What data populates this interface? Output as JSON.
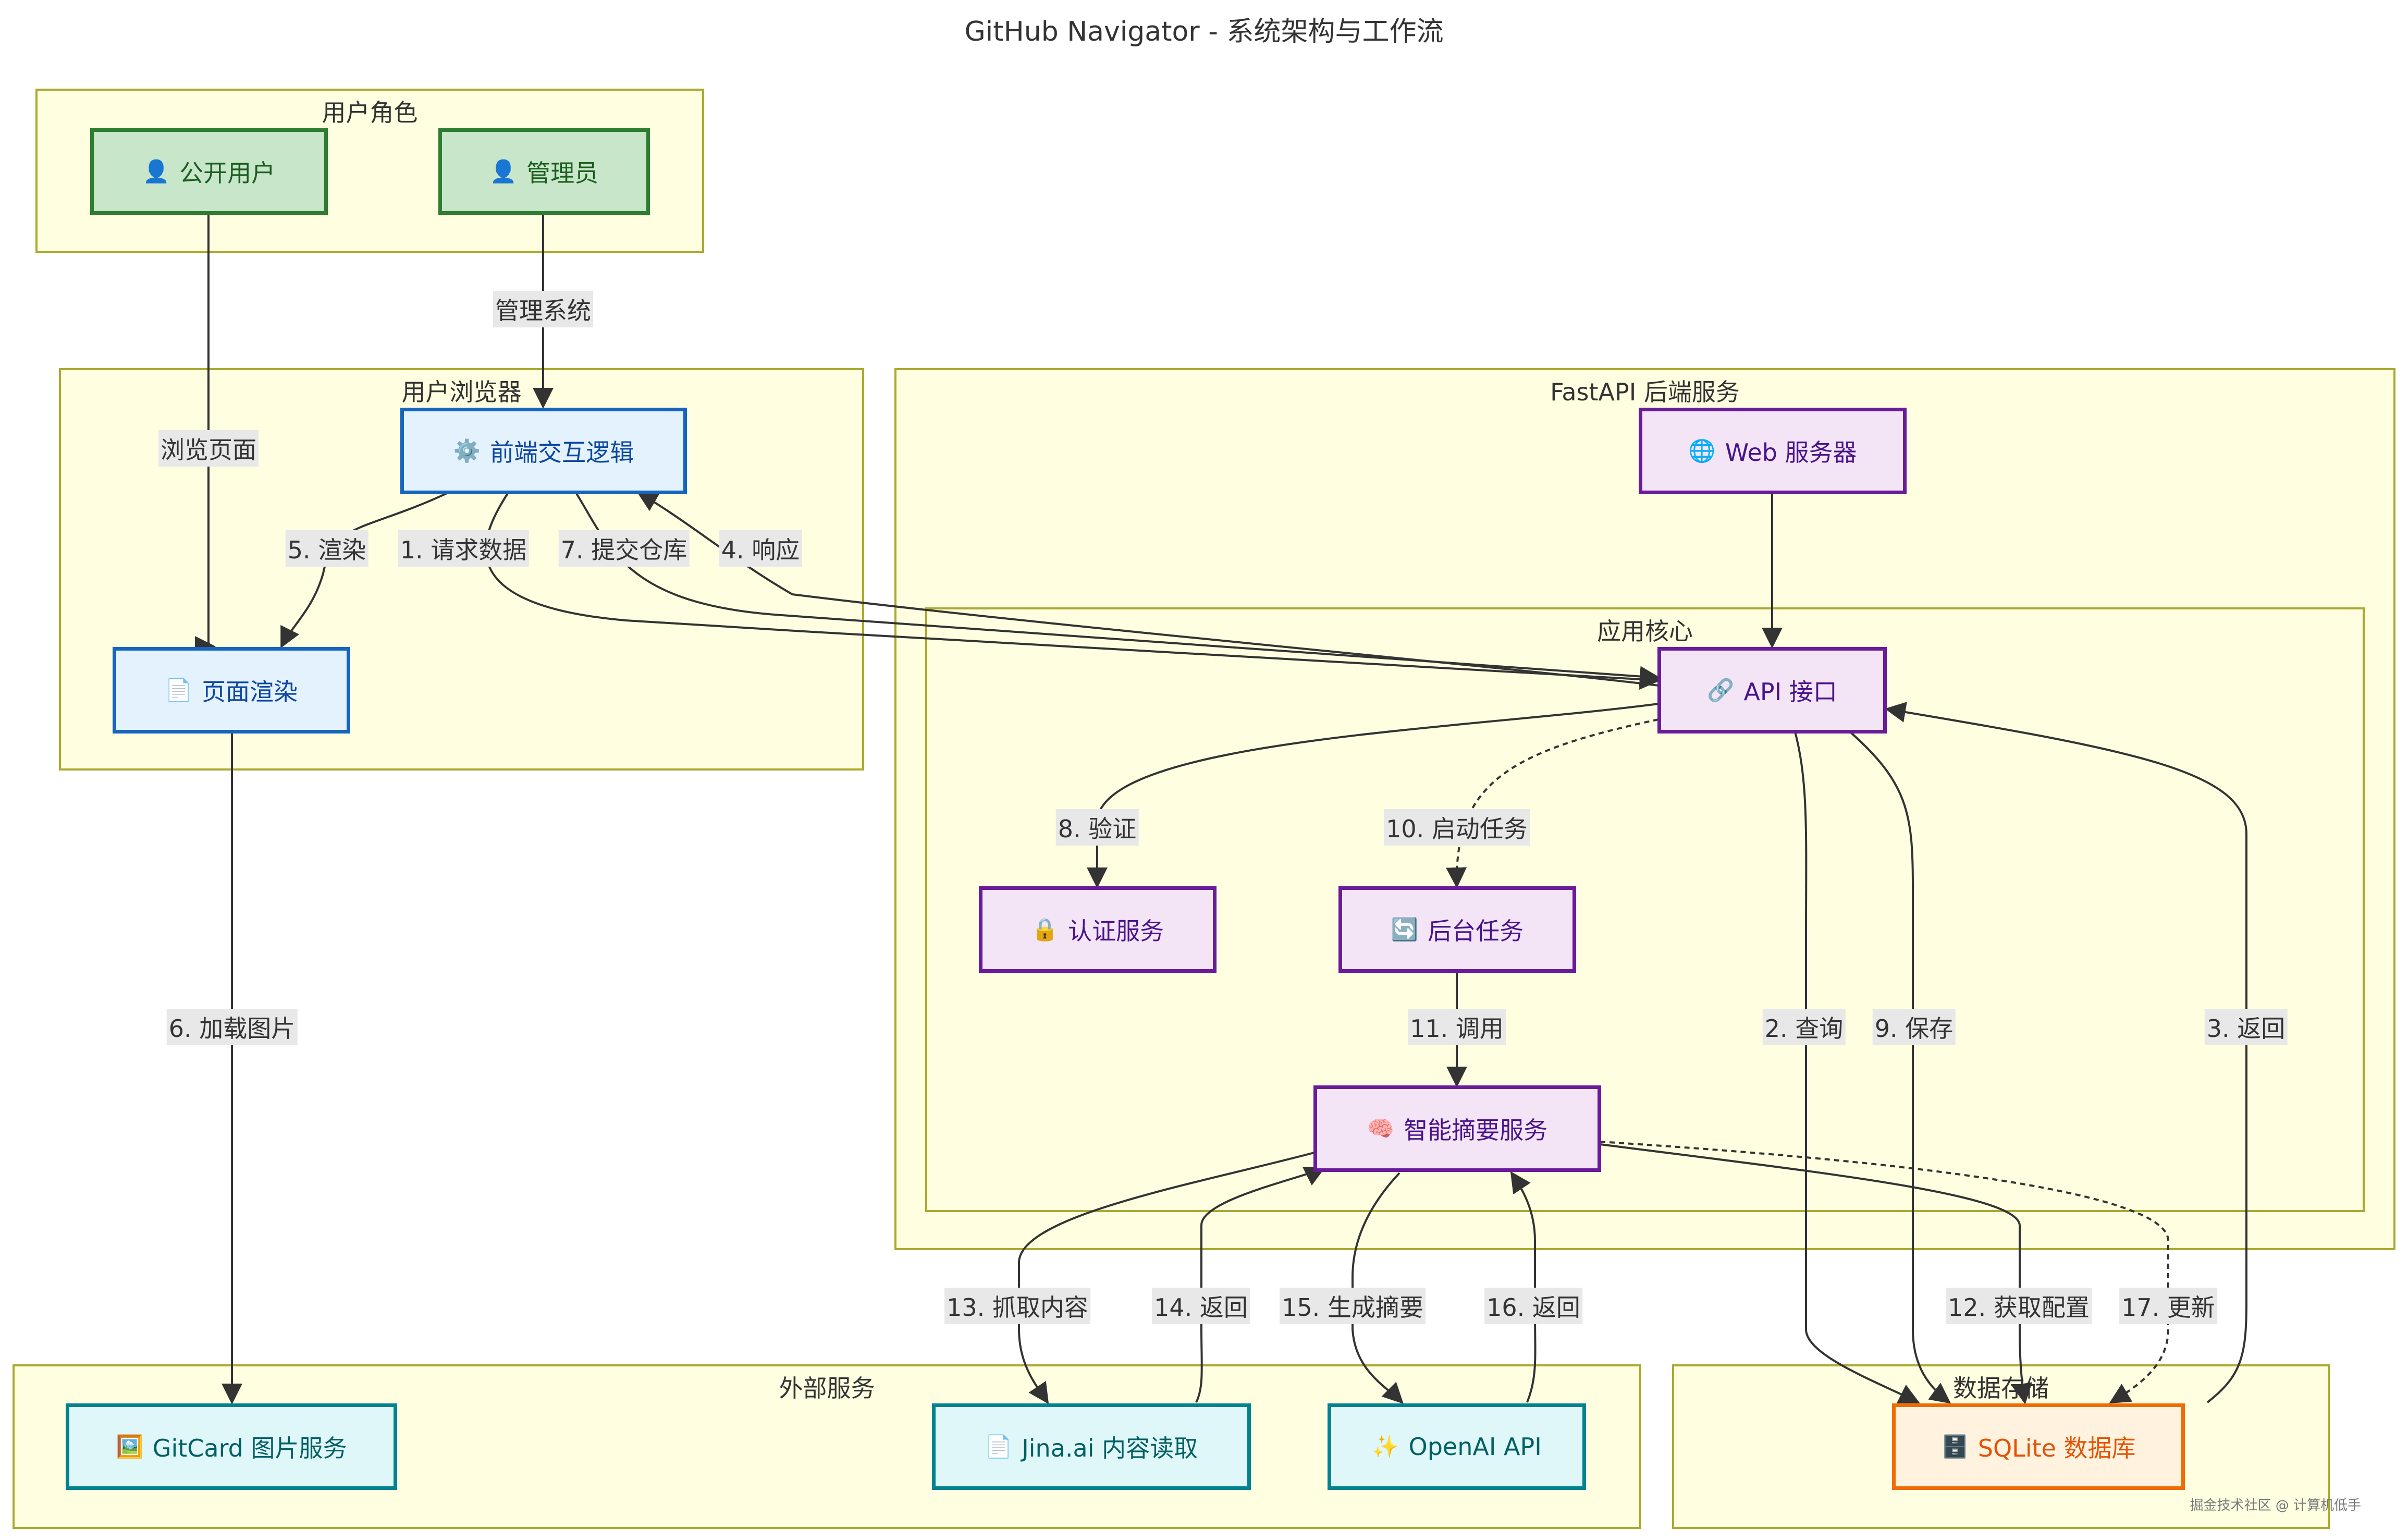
{
  "title": "GitHub Navigator - 系统架构与工作流",
  "clusters": {
    "user_roles": "用户角色",
    "browser": "用户浏览器",
    "backend": "FastAPI 后端服务",
    "core": "应用核心",
    "external": "外部服务",
    "storage": "数据存储"
  },
  "nodes": {
    "public_user": {
      "icon": "👤",
      "label": "公开用户"
    },
    "admin": {
      "icon": "👤",
      "label": "管理员"
    },
    "frontend_logic": {
      "icon": "⚙️",
      "label": "前端交互逻辑"
    },
    "page_render": {
      "icon": "📄",
      "label": "页面渲染"
    },
    "web_server": {
      "icon": "🌐",
      "label": "Web 服务器"
    },
    "api": {
      "icon": "🔗",
      "label": "API 接口"
    },
    "auth": {
      "icon": "🔒",
      "label": "认证服务"
    },
    "bg_task": {
      "icon": "🔄",
      "label": "后台任务"
    },
    "summary": {
      "icon": "🧠",
      "label": "智能摘要服务"
    },
    "gitcard": {
      "icon": "🖼️",
      "label": "GitCard 图片服务"
    },
    "jina": {
      "icon": "📄",
      "label": "Jina.ai 内容读取"
    },
    "openai": {
      "icon": "✨",
      "label": "OpenAI API"
    },
    "sqlite": {
      "icon": "🗄️",
      "label": "SQLite 数据库"
    }
  },
  "edges": {
    "manage": "管理系统",
    "browse": "浏览页面",
    "e5": "5. 渲染",
    "e1": "1. 请求数据",
    "e7": "7. 提交仓库",
    "e4": "4. 响应",
    "e6": "6. 加载图片",
    "e8": "8. 验证",
    "e10": "10. 启动任务",
    "e11": "11. 调用",
    "e2": "2. 查询",
    "e9": "9. 保存",
    "e3": "3. 返回",
    "e13": "13. 抓取内容",
    "e14": "14. 返回",
    "e15": "15. 生成摘要",
    "e16": "16. 返回",
    "e12": "12. 获取配置",
    "e17": "17. 更新"
  },
  "watermark": "掘金技术社区 @ 计算机低手"
}
